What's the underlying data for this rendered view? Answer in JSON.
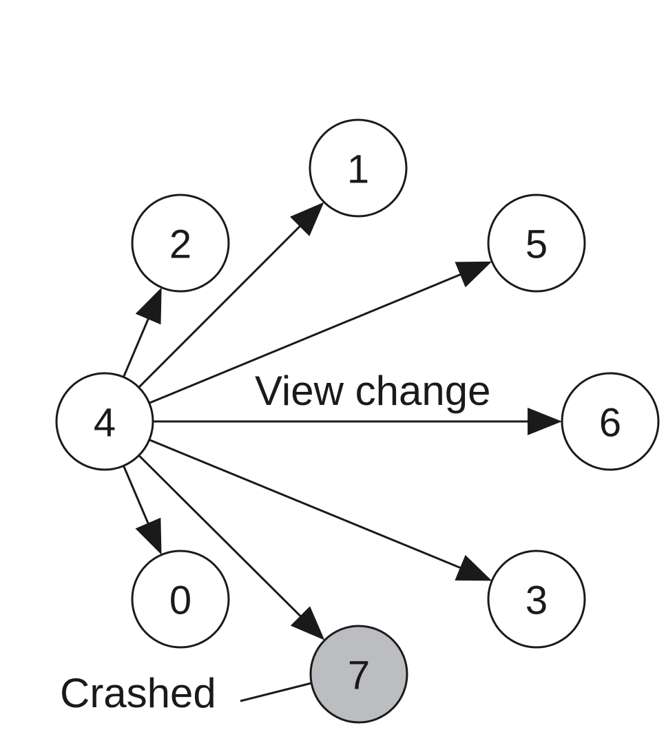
{
  "diagram": {
    "source_node": "4",
    "nodes": [
      {
        "id": "1",
        "label": "1",
        "crashed": false
      },
      {
        "id": "2",
        "label": "2",
        "crashed": false
      },
      {
        "id": "5",
        "label": "5",
        "crashed": false
      },
      {
        "id": "4",
        "label": "4",
        "crashed": false
      },
      {
        "id": "6",
        "label": "6",
        "crashed": false
      },
      {
        "id": "0",
        "label": "0",
        "crashed": false
      },
      {
        "id": "3",
        "label": "3",
        "crashed": false
      },
      {
        "id": "7",
        "label": "7",
        "crashed": true
      }
    ],
    "edges": [
      {
        "from": "4",
        "to": "2"
      },
      {
        "from": "4",
        "to": "1"
      },
      {
        "from": "4",
        "to": "5"
      },
      {
        "from": "4",
        "to": "6"
      },
      {
        "from": "4",
        "to": "3"
      },
      {
        "from": "4",
        "to": "7"
      },
      {
        "from": "4",
        "to": "0"
      }
    ],
    "edge_label": "View change",
    "crashed_label": "Crashed",
    "colors": {
      "stroke": "#1a1a1a",
      "node_fill": "#ffffff",
      "crashed_fill": "#bcbdc0"
    }
  }
}
